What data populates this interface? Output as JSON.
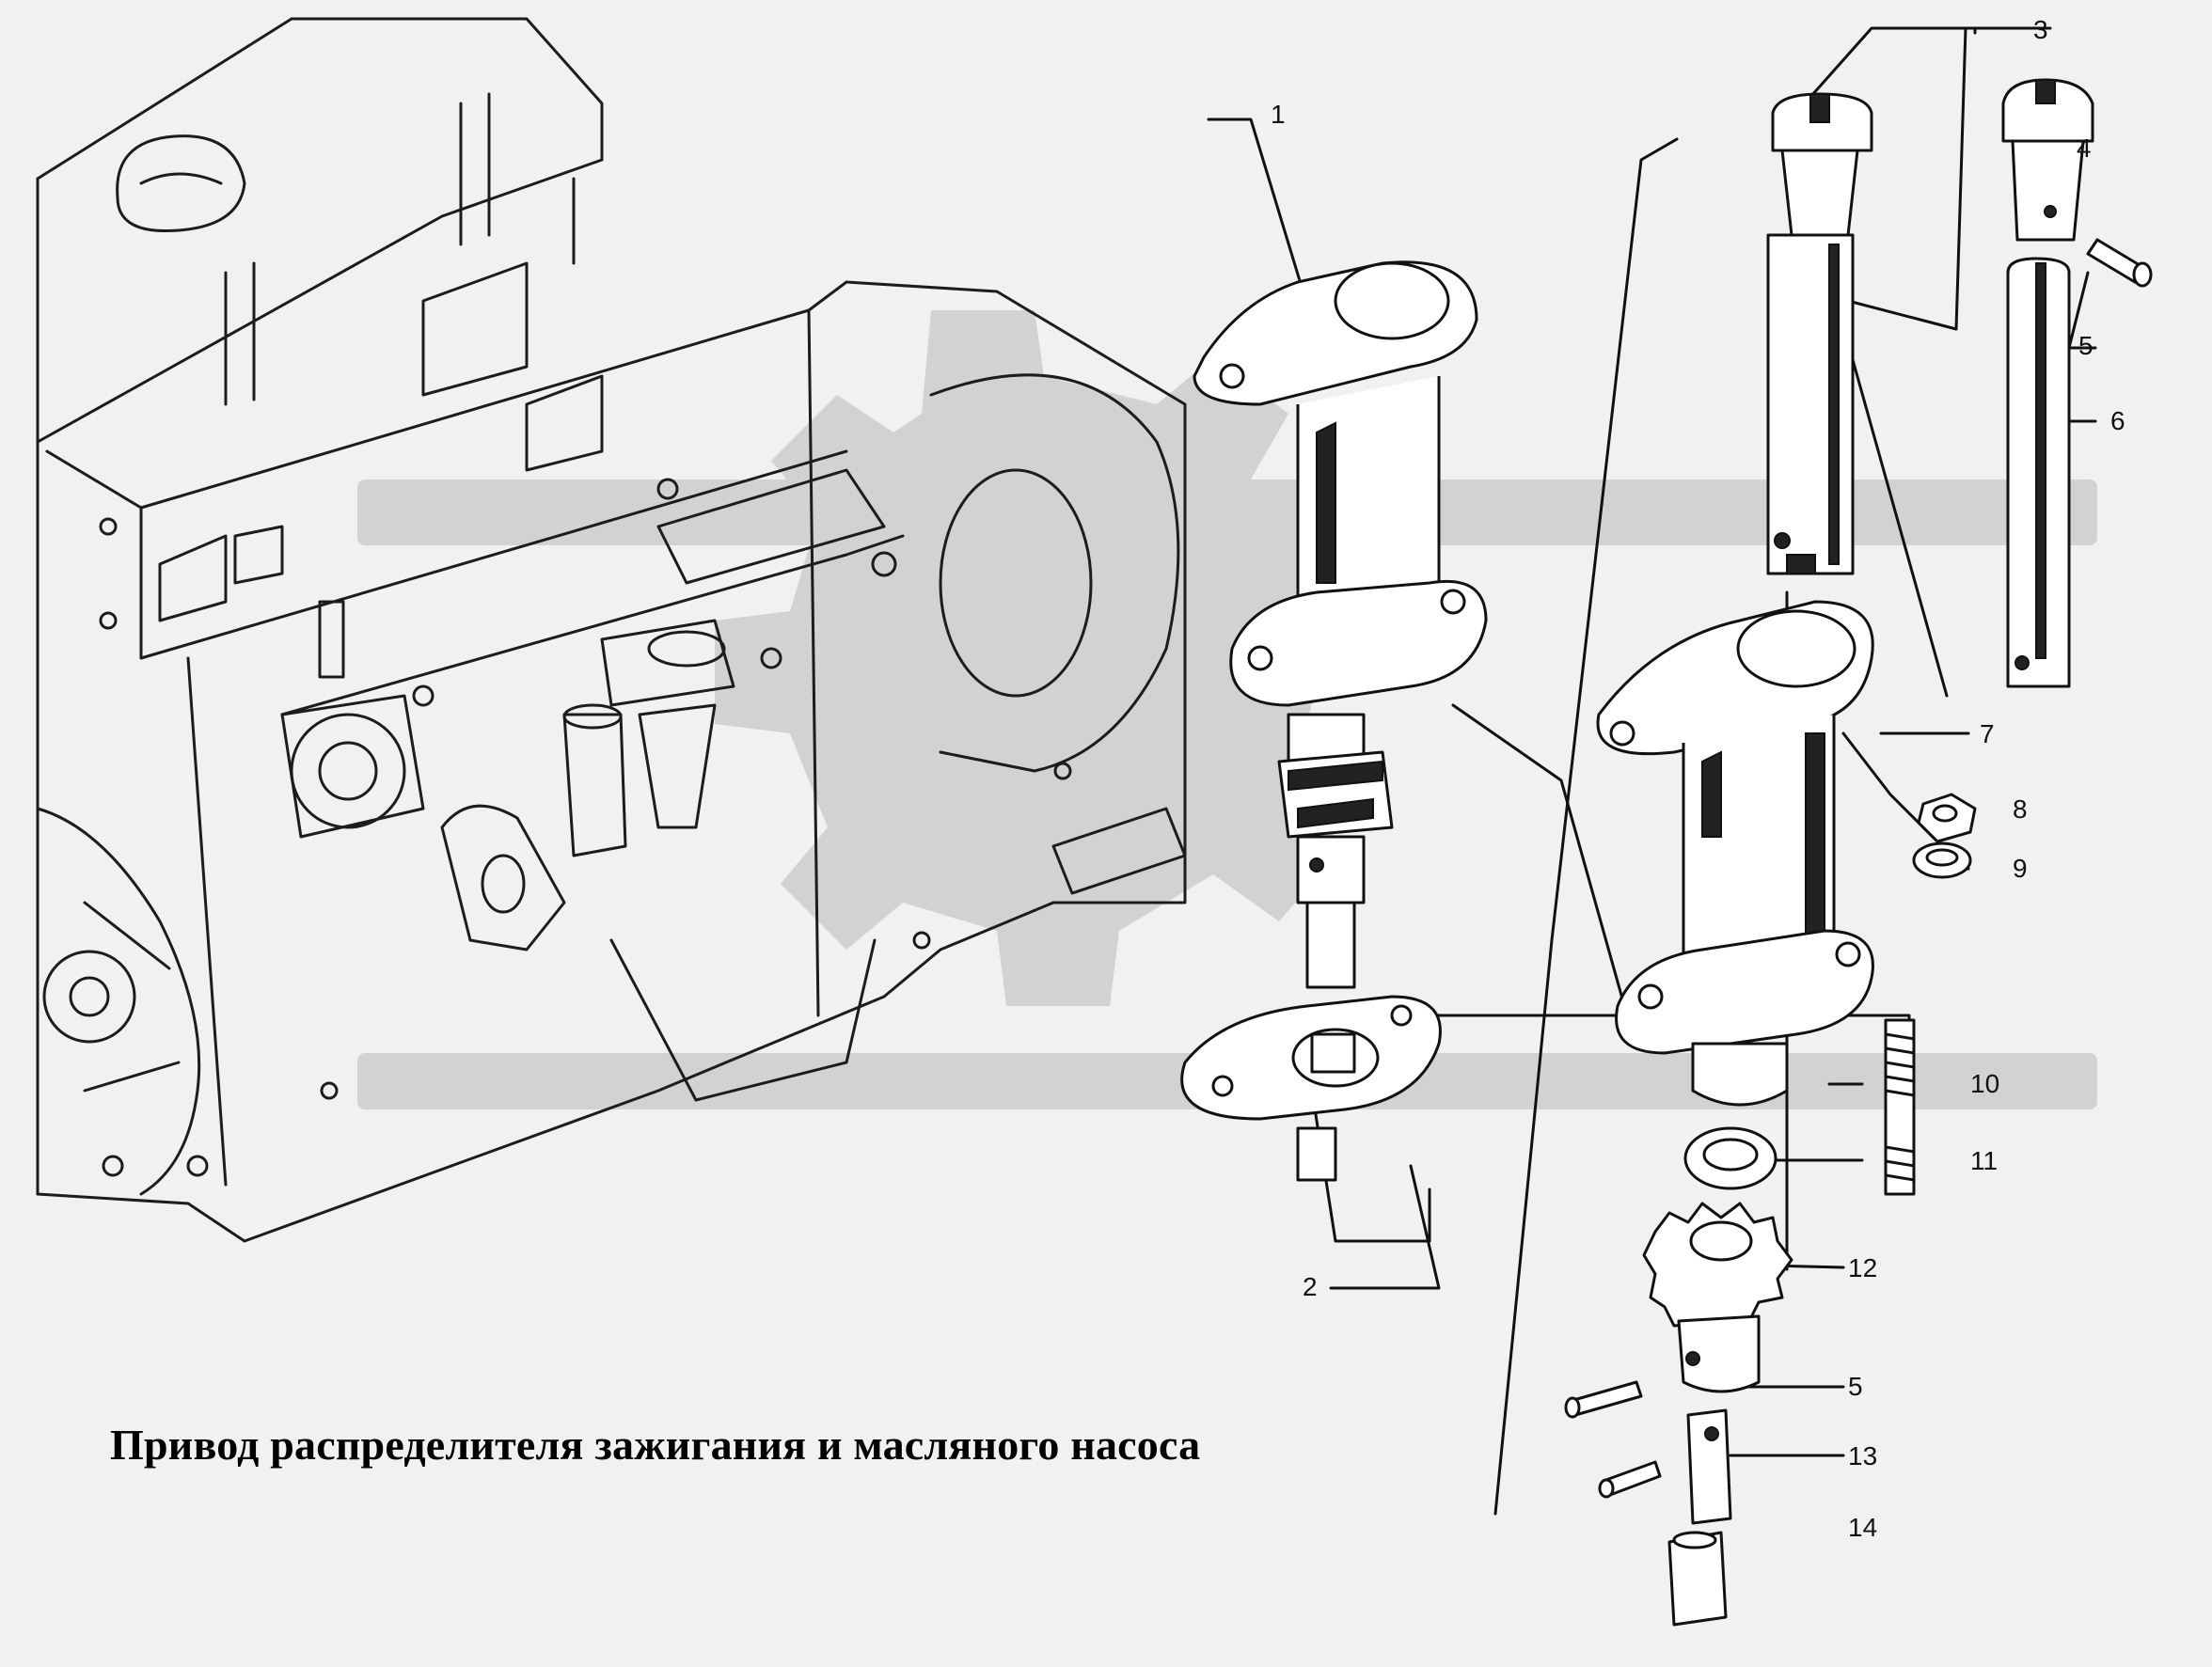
{
  "title": "Привод распределителя зажигания и масляного насоса",
  "callouts": [
    "1",
    "2",
    "3",
    "4",
    "5",
    "6",
    "7",
    "8",
    "9",
    "10",
    "11",
    "12",
    "5",
    "13",
    "14"
  ],
  "watermark": {
    "color": "#d2d2d2"
  }
}
